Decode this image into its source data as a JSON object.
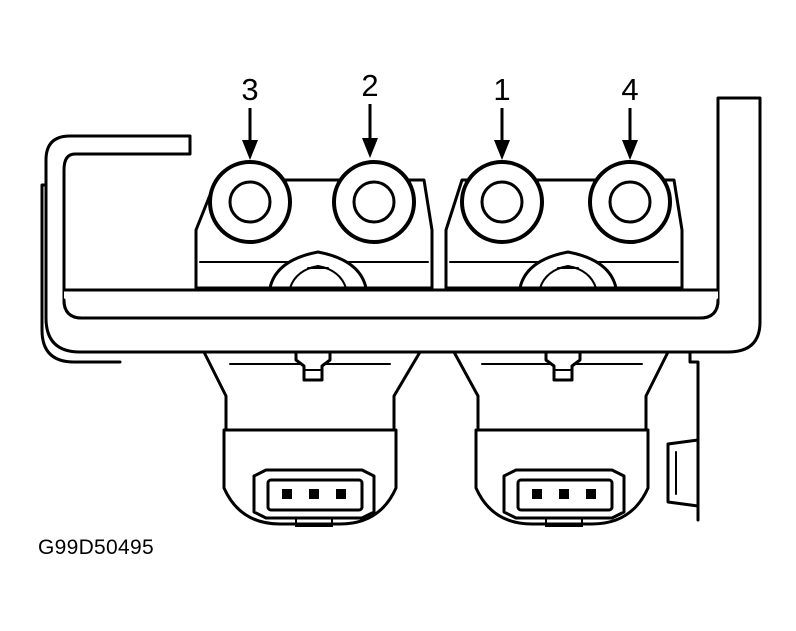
{
  "diagram": {
    "tower_labels": {
      "t3": "3",
      "t2": "2",
      "t1": "1",
      "t4": "4"
    },
    "figure_code": "G99D50495",
    "line_color": "#000000",
    "background_color": "#ffffff"
  }
}
